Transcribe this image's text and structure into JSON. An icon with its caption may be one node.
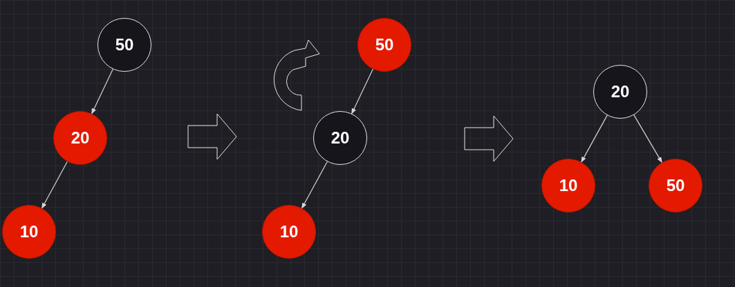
{
  "diagram": {
    "nodes": [
      {
        "text": [
          "50"
        ]
      },
      {
        "text": [
          "20"
        ]
      },
      {
        "text": [
          "10"
        ]
      },
      {
        "text": [
          "50"
        ]
      },
      {
        "text": [
          "20"
        ]
      },
      {
        "text": [
          "10"
        ]
      },
      {
        "text": [
          "20"
        ]
      },
      {
        "text": [
          "10"
        ]
      },
      {
        "text": [
          "50"
        ]
      }
    ],
    "edges": [
      {
        "from": 0,
        "to": 1,
        "arrow": "to"
      },
      {
        "from": 1,
        "to": 2,
        "arrow": "to"
      },
      {
        "from": 3,
        "to": 4,
        "arrow": "to"
      },
      {
        "from": 4,
        "to": 5,
        "arrow": "to"
      },
      {
        "from": 6,
        "to": 7,
        "arrow": "to"
      },
      {
        "from": 6,
        "to": 8,
        "arrow": "to"
      }
    ]
  }
}
